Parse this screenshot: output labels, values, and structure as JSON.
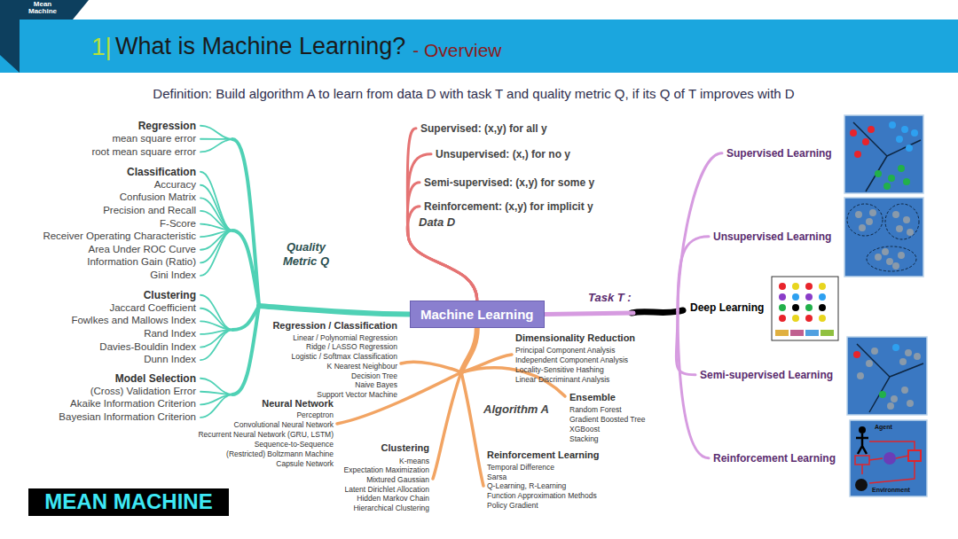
{
  "diagram": {
    "title": "What is Machine Learning?",
    "nodes": [
      {
        "text": [
          "Machine Learning"
        ]
      }
    ],
    "labels": [
      "Mean Machine",
      "1|",
      "- Overview",
      "Definition: Build algorithm A to learn from data D with task T and quality metric Q, if its Q of T improves with D",
      "Regression",
      "mean square error",
      "root mean square error",
      "Classification",
      "Accuracy",
      "Confusion Matrix",
      "Precision and Recall",
      "F-Score",
      "Receiver Operating Characteristic",
      "Area Under ROC Curve",
      "Information Gain (Ratio)",
      "Gini Index",
      "Clustering",
      "Jaccard Coefficient",
      "Fowlkes and Mallows Index",
      "Rand Index",
      "Davies-Bouldin Index",
      "Dunn Index",
      "Model Selection",
      "(Cross) Validation Error",
      "Akaike Information Criterion",
      "Bayesian Information Criterion",
      "Quality Metric Q",
      "Supervised: (x,y) for all y",
      "Unsupervised: (x,) for no y",
      "Semi-supervised: (x,y) for some y",
      "Reinforcement: (x,y) for implicit y",
      "Data D",
      "Task T :",
      "Supervised Learning",
      "Unsupervised Learning",
      "Deep Learning",
      "Semi-supervised Learning",
      "Reinforcement Learning",
      "Agent",
      "Environment",
      "Algorithm A",
      "Regression / Classification",
      "Linear / Polynomial Regression",
      "Ridge / LASSO Regression",
      "Logistic / Softmax Classification",
      "K Nearest Neighbour",
      "Decision Tree",
      "Naive Bayes",
      "Support Vector Machine",
      "Neural Network",
      "Perceptron",
      "Convolutional Neural Network",
      "Recurrent Neural Network (GRU, LSTM)",
      "Sequence-to-Sequence",
      "(Restricted) Boltzmann Machine",
      "Capsule Network",
      "Clustering",
      "K-means",
      "Expectation Maximization",
      "Mixtured Gaussian",
      "Latent Dirichlet Allocation",
      "Hidden Markov Chain",
      "Hierarchical Clustering",
      "Reinforcement Learning",
      "Temporal Difference",
      "Sarsa",
      "Q-Learning, R-Learning",
      "Function Approximation Methods",
      "Policy Gradient",
      "Dimensionality Reduction",
      "Principal Component Analysis",
      "Independent Component Analysis",
      "Locality-Sensitive Hashing",
      "Linear Discriminant Analysis",
      "Ensemble",
      "Random Forest",
      "Gradient Boosted Tree",
      "XGBoost",
      "Stacking",
      "MEAN MACHINE"
    ]
  }
}
